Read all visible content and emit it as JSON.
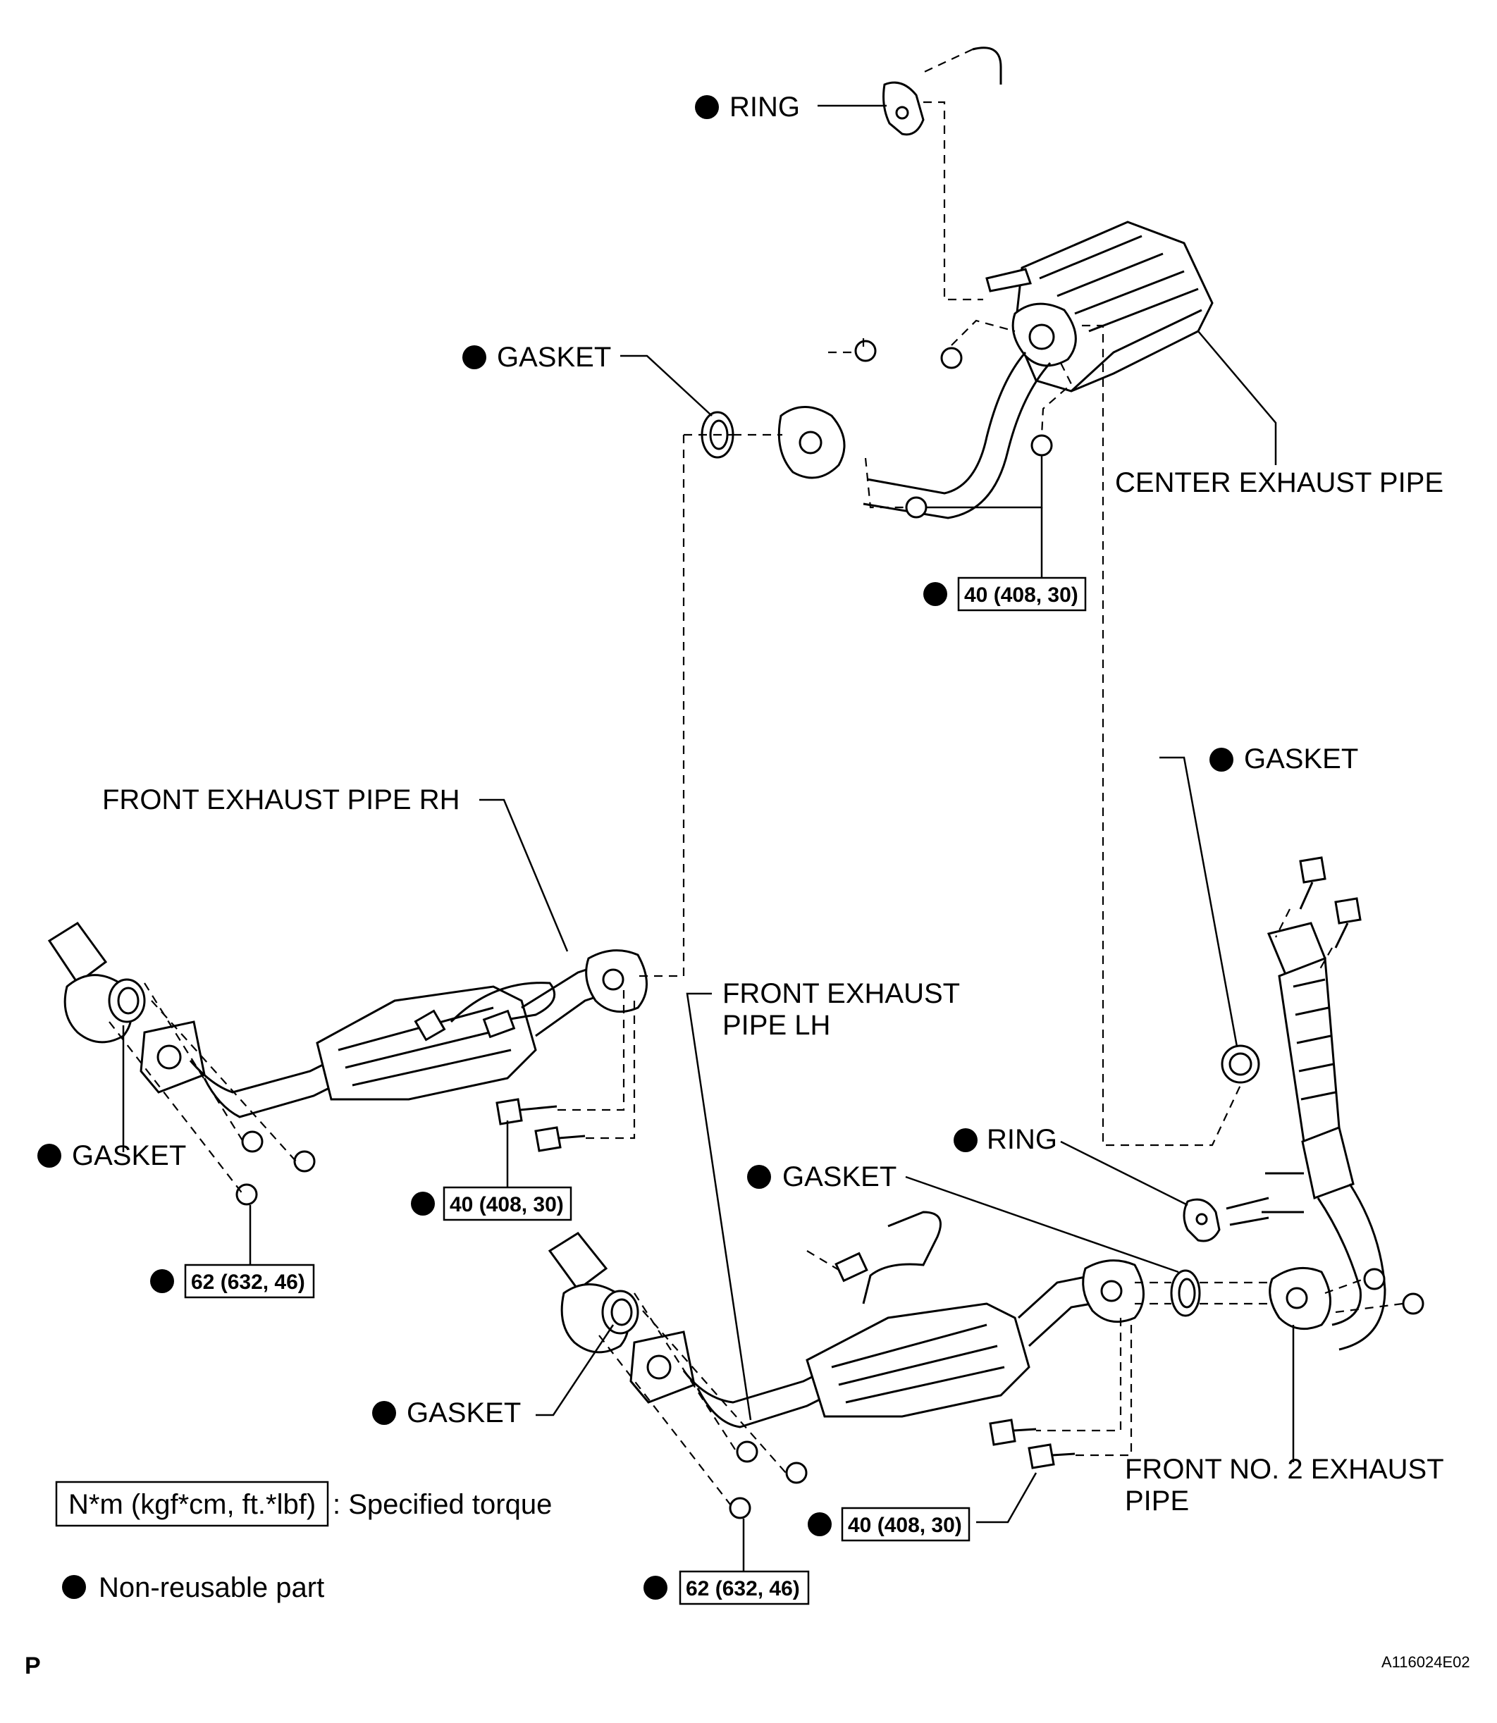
{
  "labels": {
    "ring_top": "RING",
    "gasket_upper": "GASKET",
    "center_exhaust_pipe": "CENTER EXHAUST PIPE",
    "gasket_right": "GASKET",
    "front_exhaust_pipe_rh": "FRONT EXHAUST PIPE RH",
    "front_exhaust_pipe_lh_1": "FRONT EXHAUST",
    "front_exhaust_pipe_lh_2": "PIPE LH",
    "gasket_rh_flange": "GASKET",
    "ring_lower": "RING",
    "gasket_lh_joint": "GASKET",
    "gasket_lh_flange": "GASKET",
    "front_no2_exhaust_pipe_1": "FRONT NO. 2 EXHAUST",
    "front_no2_exhaust_pipe_2": "PIPE"
  },
  "torques": {
    "center_nuts": "40 (408, 30)",
    "rh_bolts": "40 (408, 30)",
    "rh_flange_nuts": "62 (632, 46)",
    "lh_bolts": "40 (408, 30)",
    "lh_flange_nuts": "62 (632, 46)"
  },
  "legend": {
    "torque_box": "N*m (kgf*cm, ft.*lbf)",
    "torque_desc": ": Specified torque",
    "nonreusable": "Non-reusable part"
  },
  "footer": {
    "left_mark": "P",
    "figure_id": "A116024E02"
  },
  "icons": {
    "nonreusable_marker": "filled-circle-icon"
  }
}
